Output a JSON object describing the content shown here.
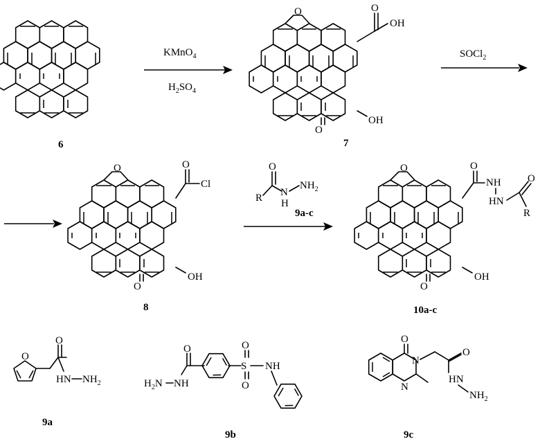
{
  "scheme": {
    "row1": {
      "start_label": "6",
      "product_label": "7",
      "reagent1_top": [
        "KMnO",
        "4"
      ],
      "reagent1_bottom": [
        "H",
        "2",
        "SO",
        "4"
      ],
      "reagent2": [
        "SOCl",
        "2"
      ],
      "atoms_7": {
        "o": "O",
        "oh": "OH",
        "ketone": "O",
        "cooh": "OH",
        "cooh_o": "O"
      }
    },
    "row2": {
      "product8_label": "8",
      "product10_label": "10a-c",
      "reagent_label": "9a-c",
      "atoms_8": {
        "o": "O",
        "oh": "OH",
        "ketone": "O",
        "cl": "Cl",
        "acyl_o": "O"
      },
      "atoms_hydrazide": {
        "r": "R",
        "o": "O",
        "nh": "N",
        "h": "H",
        "nh2": [
          "NH",
          "2"
        ]
      },
      "atoms_10": {
        "o": "O",
        "oh": "OH",
        "ketone": "O",
        "nh1": "NH",
        "nh2": "HN",
        "o2": "O",
        "o3": "O",
        "r": "R"
      }
    },
    "row3": {
      "label_9a": "9a",
      "label_9b": "9b",
      "label_9c": "9c",
      "atoms_9a": {
        "o_ring": "O",
        "o": "O",
        "hn": "HN",
        "nh2": [
          "NH",
          "2"
        ]
      },
      "atoms_9b": {
        "h2n": [
          "H",
          "2",
          "N"
        ],
        "nh": "NH",
        "o": "O",
        "s": "S",
        "o1": "O",
        "o2": "O",
        "nh2": "NH"
      },
      "atoms_9c": {
        "o": "O",
        "n1": "N",
        "n2": "N",
        "o2": "O",
        "hn": "HN",
        "nh2": [
          "NH",
          "2"
        ]
      }
    }
  }
}
